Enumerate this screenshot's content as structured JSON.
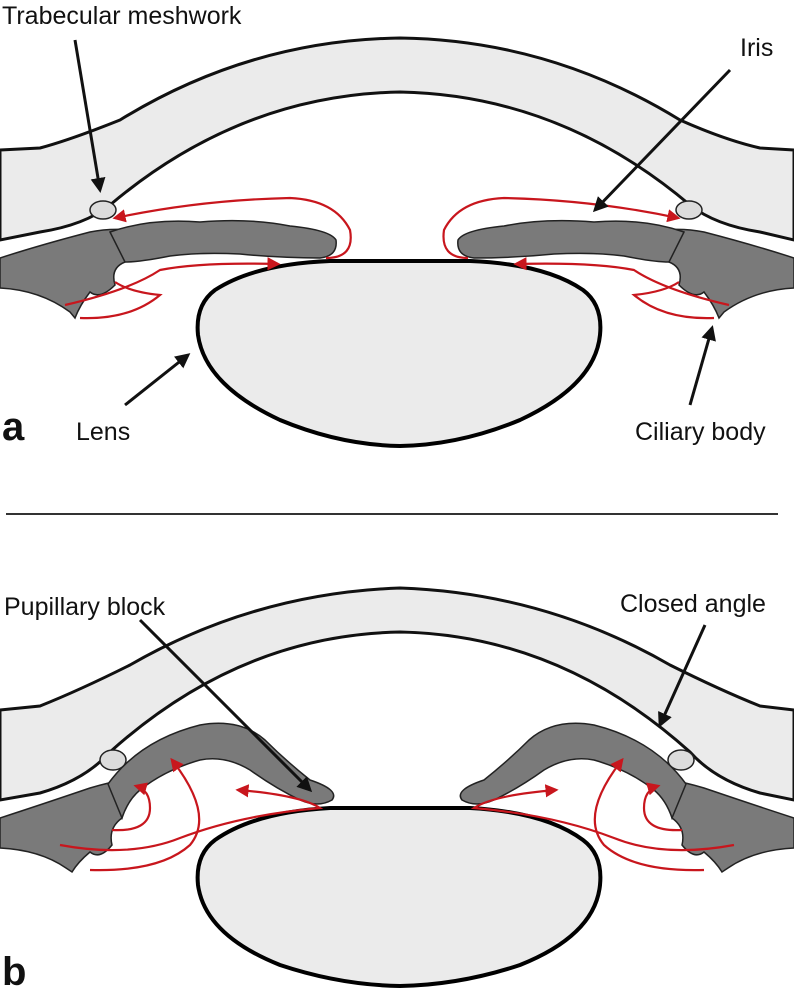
{
  "panels": [
    {
      "letter": "a",
      "labels": {
        "trabecular_meshwork": "Trabecular meshwork",
        "iris": "Iris",
        "lens": "Lens",
        "ciliary_body": "Ciliary body"
      }
    },
    {
      "letter": "b",
      "labels": {
        "pupillary_block": "Pupillary block",
        "closed_angle": "Closed angle"
      }
    }
  ],
  "colors": {
    "aqueous_flow": "#c8161d",
    "tissue": "#7a7a7a",
    "cornea_lens_fill": "#ebebeb"
  }
}
